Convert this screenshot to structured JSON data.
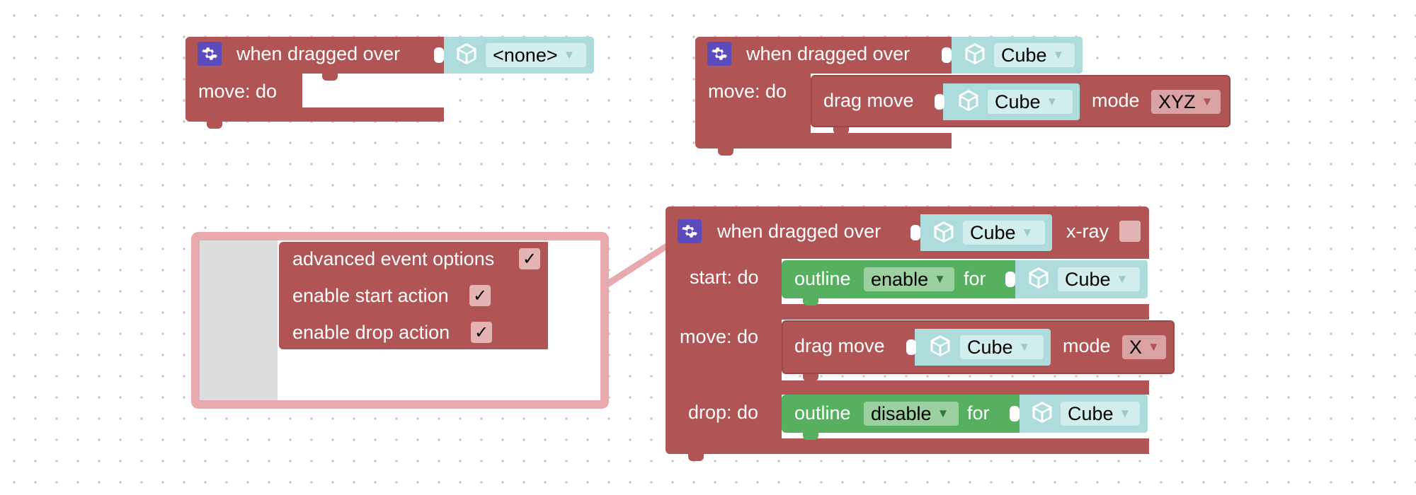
{
  "labels": {
    "when_dragged_over": "when dragged over",
    "move_do": "move: do",
    "start_do": "start: do",
    "drop_do": "drop: do",
    "drag_move": "drag move",
    "mode": "mode",
    "outline": "outline",
    "for": "for",
    "x_ray": "x-ray"
  },
  "block1": {
    "target": "<none>"
  },
  "block2": {
    "target": "Cube",
    "drag_target": "Cube",
    "mode": "XYZ"
  },
  "block3": {
    "target": "Cube",
    "start_outline_state": "enable",
    "start_outline_target": "Cube",
    "move_target": "Cube",
    "move_mode": "X",
    "drop_outline_state": "disable",
    "drop_outline_target": "Cube"
  },
  "mutator": {
    "options": [
      {
        "label": "advanced event options",
        "checked": "✓"
      },
      {
        "label": "enable start action",
        "checked": "✓"
      },
      {
        "label": "enable drop action",
        "checked": "✓"
      }
    ]
  },
  "dropdown_arrow": "▼",
  "icons": {
    "gear": "gear-icon",
    "object": "cube-icon"
  },
  "colors": {
    "event_block": "#b05455",
    "object_block": "#aedcdc",
    "outline_block": "#56b060",
    "gear_badge": "#5b4bbd",
    "mutator_frame": "#e8a9ad"
  }
}
